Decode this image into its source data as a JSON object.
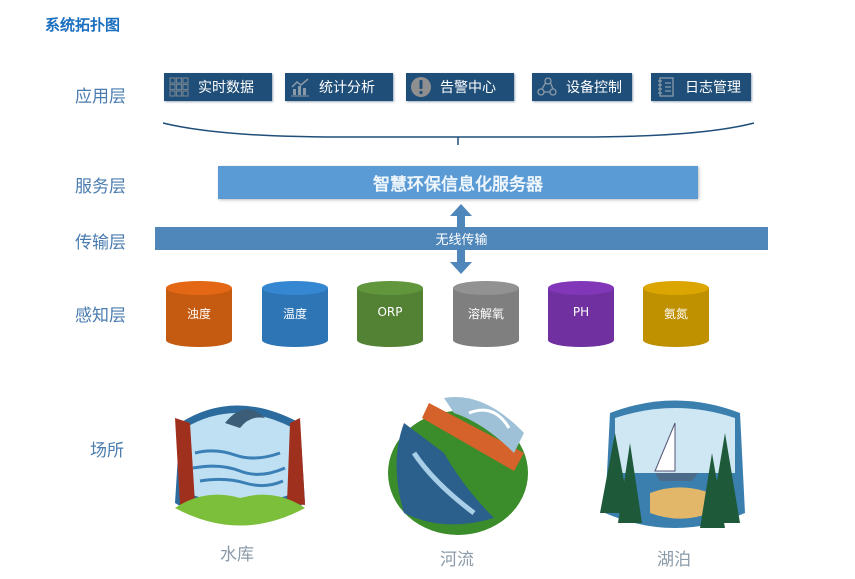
{
  "title": "系统拓扑图",
  "layers": {
    "app": "应用层",
    "service": "服务层",
    "transport": "传输层",
    "sensing": "感知层",
    "site": "场所"
  },
  "app_buttons": [
    {
      "label": "实时数据",
      "icon": "grid-icon"
    },
    {
      "label": "统计分析",
      "icon": "chart-icon"
    },
    {
      "label": "告警中心",
      "icon": "alert-icon"
    },
    {
      "label": "设备控制",
      "icon": "nodes-icon"
    },
    {
      "label": "日志管理",
      "icon": "notebook-icon"
    }
  ],
  "server": "智慧环保信息化服务器",
  "transport": "无线传输",
  "sensors": [
    {
      "label": "浊度",
      "color": "#c55a11"
    },
    {
      "label": "温度",
      "color": "#2e75b6"
    },
    {
      "label": "ORP",
      "color": "#548235"
    },
    {
      "label": "溶解氧",
      "color": "#7f7f7f"
    },
    {
      "label": "PH",
      "color": "#7030a0"
    },
    {
      "label": "氨氮",
      "color": "#bf9000"
    }
  ],
  "places": [
    {
      "label": "水库"
    },
    {
      "label": "河流"
    },
    {
      "label": "湖泊"
    }
  ]
}
